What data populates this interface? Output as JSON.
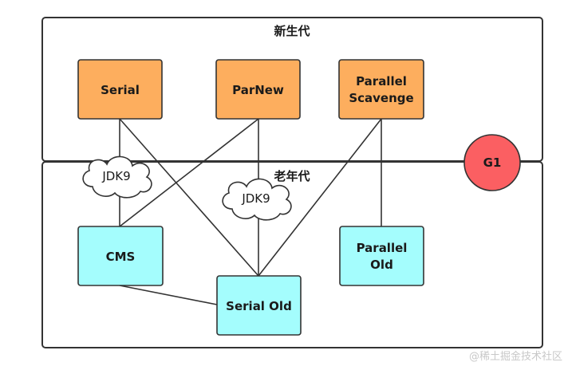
{
  "regions": {
    "young": {
      "label": "新生代"
    },
    "old": {
      "label": "老年代"
    }
  },
  "collectors": {
    "serial": {
      "lines": [
        "Serial"
      ]
    },
    "parnew": {
      "lines": [
        "ParNew"
      ]
    },
    "parallel_scavenge": {
      "lines": [
        "Parallel",
        "Scavenge"
      ]
    },
    "cms": {
      "lines": [
        "CMS"
      ]
    },
    "serial_old": {
      "lines": [
        "Serial Old"
      ]
    },
    "parallel_old": {
      "lines": [
        "Parallel",
        "Old"
      ]
    },
    "g1": {
      "lines": [
        "G1"
      ]
    }
  },
  "clouds": {
    "left": {
      "label": "JDK9"
    },
    "middle": {
      "label": "JDK9"
    }
  },
  "connections": [
    {
      "from": "serial",
      "to": "cms",
      "deprecated_at": "left"
    },
    {
      "from": "serial",
      "to": "serial_old"
    },
    {
      "from": "parnew",
      "to": "cms"
    },
    {
      "from": "parnew",
      "to": "serial_old",
      "deprecated_at": "middle"
    },
    {
      "from": "parallel_scavenge",
      "to": "serial_old"
    },
    {
      "from": "parallel_scavenge",
      "to": "parallel_old"
    },
    {
      "from": "cms",
      "to": "serial_old"
    }
  ],
  "colors": {
    "young_node_fill": "#FDAE5E",
    "old_node_fill": "#A4FDFD",
    "g1_fill": "#FB5F62",
    "stroke": "#333333"
  },
  "watermark": "@稀土掘金技术社区"
}
